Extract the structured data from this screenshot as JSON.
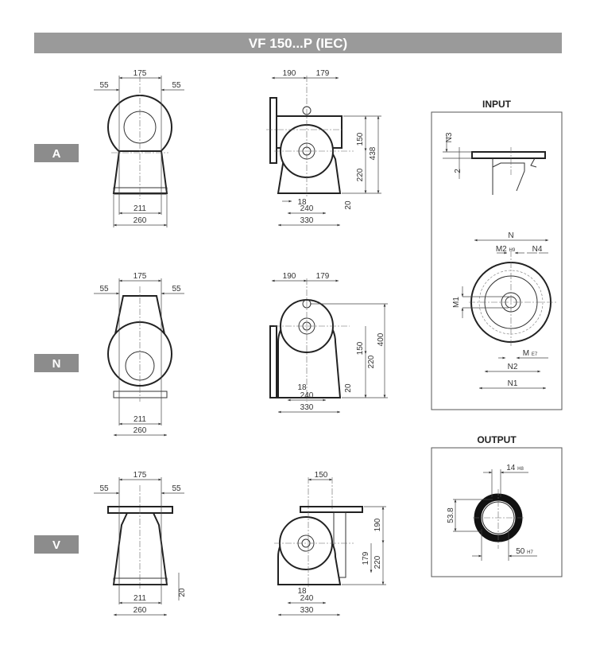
{
  "title": "VF 150...P (IEC)",
  "colors": {
    "header_bg": "#9a9a9a",
    "label_bg": "#8c8c8c",
    "line": "#222222"
  },
  "rows": [
    {
      "label": "A",
      "front": {
        "top": "175",
        "left": "55",
        "right": "55",
        "inner": "211",
        "outer": "260"
      },
      "side": {
        "d1": "190",
        "d2": "179",
        "h1": "150",
        "h2": "220",
        "h_total": "438",
        "foot": "20",
        "hole": "18",
        "base_inner": "240",
        "base_outer": "330"
      }
    },
    {
      "label": "N",
      "front": {
        "top": "175",
        "left": "55",
        "right": "55",
        "inner": "211",
        "outer": "260"
      },
      "side": {
        "d1": "190",
        "d2": "179",
        "h1": "150",
        "h2": "220",
        "h_total": "400",
        "foot": "20",
        "hole": "18",
        "base_inner": "240",
        "base_outer": "330"
      }
    },
    {
      "label": "V",
      "front": {
        "top": "175",
        "left": "55",
        "right": "55",
        "inner": "211",
        "outer": "260",
        "foot": "20"
      },
      "side": {
        "d1": "150",
        "h_top": "190",
        "h1": "179",
        "h2": "220",
        "hole": "18",
        "base_inner": "240",
        "base_outer": "330"
      }
    }
  ],
  "input": {
    "title": "INPUT",
    "n3": "N3",
    "gap": "2",
    "n": "N",
    "m2": "M2",
    "m2_tol": "H9",
    "n4": "N4",
    "m1": "M1",
    "m": "M",
    "m_tol": "E7",
    "n2": "N2",
    "n1": "N1"
  },
  "output": {
    "title": "OUTPUT",
    "key": "14",
    "key_tol": "H8",
    "height": "53.8",
    "bore": "50",
    "bore_tol": "H7"
  }
}
